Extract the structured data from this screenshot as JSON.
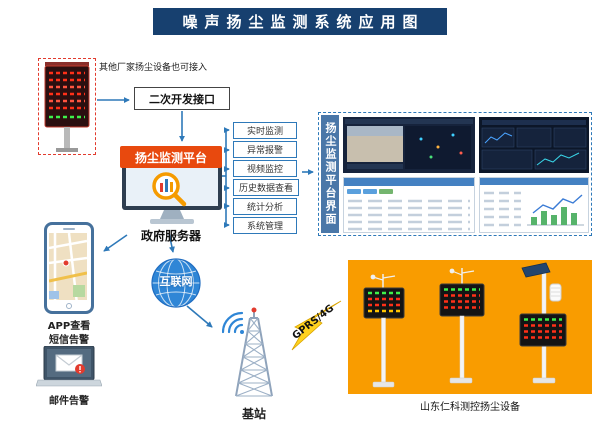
{
  "title": "噪声扬尘监测系统应用图",
  "top_left": {
    "note": "其他厂家扬尘设备也可接入",
    "interface_label": "二次开发接口"
  },
  "platform": {
    "name": "扬尘监测平台",
    "server": "政府服务器"
  },
  "functions": [
    "实时监测",
    "异常报警",
    "视频监控",
    "历史数据查看",
    "统计分析",
    "系统管理"
  ],
  "right_panel": {
    "side_label": "扬尘监测平台界面"
  },
  "notify": {
    "app": "APP查看",
    "sms": "短信告警",
    "email": "邮件告警"
  },
  "network": {
    "internet": "互联网",
    "station": "基站",
    "link": "GPRS/4G"
  },
  "devices": {
    "caption": "山东仁科测控扬尘设备"
  },
  "colors": {
    "banner": "#17406f",
    "accent": "#e8490e",
    "blue": "#2e79b9",
    "orange": "#f99c00",
    "sidebar": "#4a77a8"
  }
}
